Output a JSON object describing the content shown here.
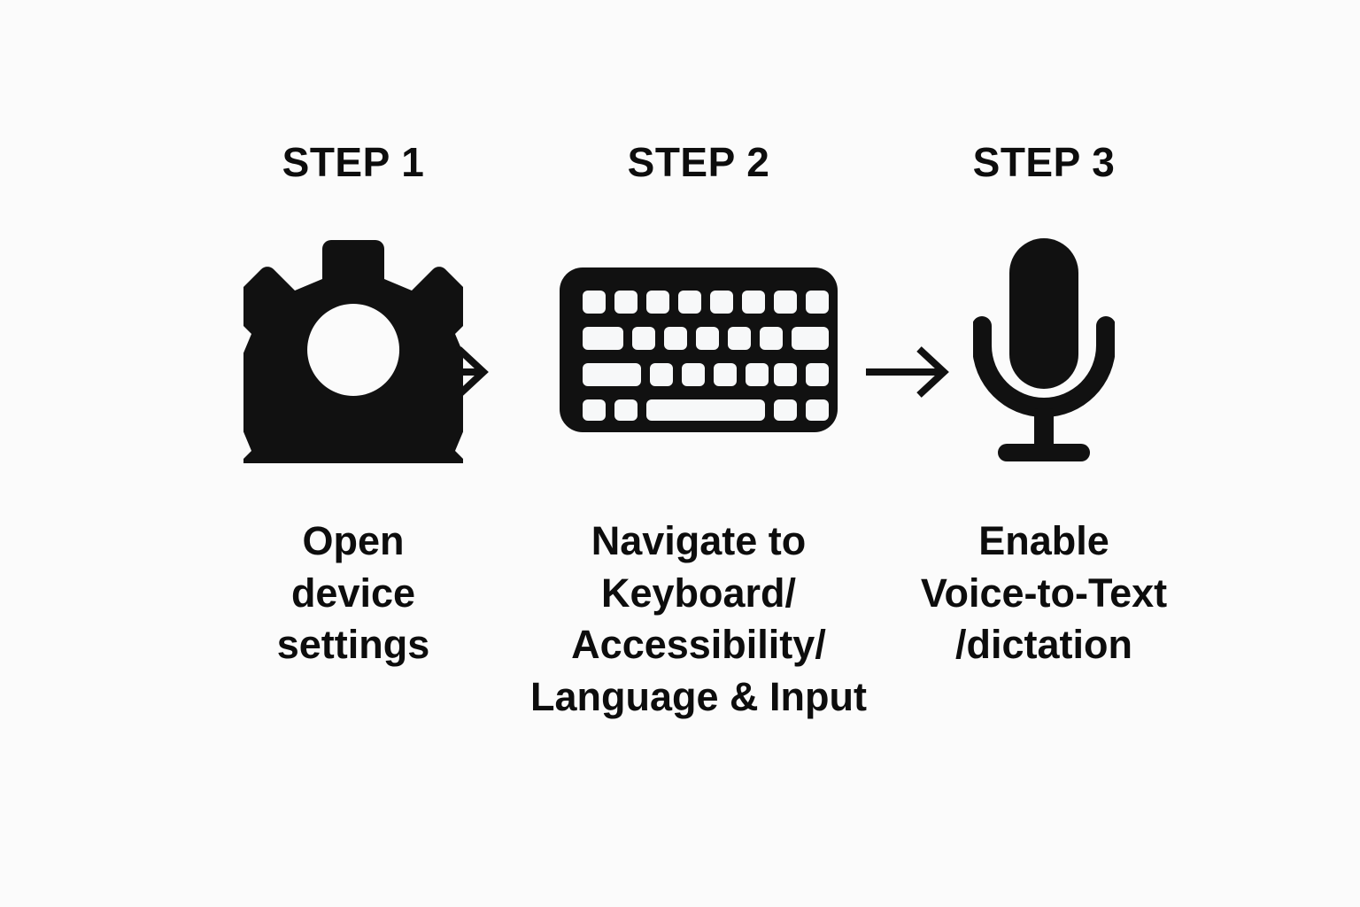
{
  "page": {
    "background_color": "#fbfbfb",
    "ink_color": "#0d0d0d",
    "title": "Voice-to-Text setup steps"
  },
  "steps": [
    {
      "heading": "STEP 1",
      "icon": "gear-icon",
      "icon_label": "settings gear",
      "caption": "Open\ndevice\nsettings"
    },
    {
      "heading": "STEP 2",
      "icon": "keyboard-icon",
      "icon_label": "keyboard",
      "caption": "Navigate to\nKeyboard/\nAccessibility/\nLanguage & Input"
    },
    {
      "heading": "STEP 3",
      "icon": "microphone-icon",
      "icon_label": "microphone",
      "caption": "Enable\nVoice-to-Text\n/dictation"
    }
  ],
  "connectors": [
    {
      "name": "arrow-right-icon",
      "direction": "right"
    },
    {
      "name": "arrow-right-icon",
      "direction": "right"
    }
  ]
}
